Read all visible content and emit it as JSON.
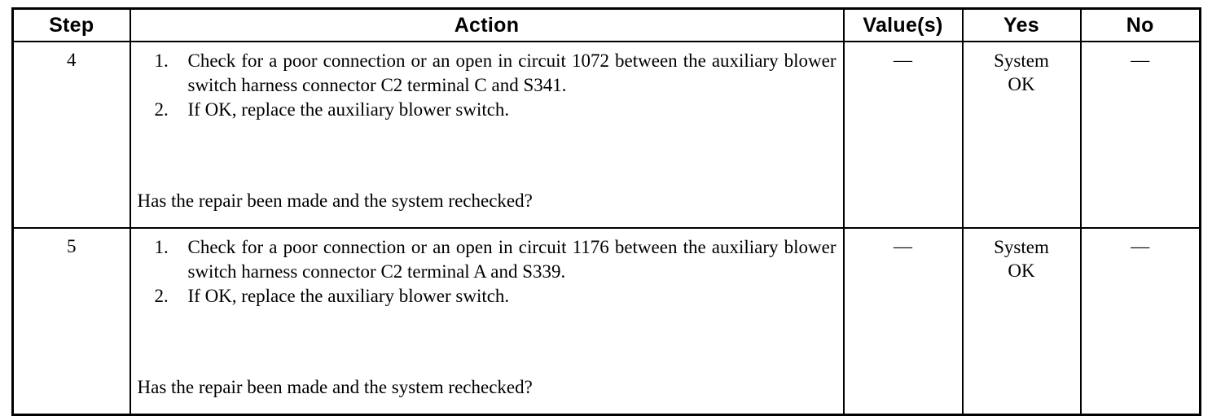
{
  "table": {
    "columns": [
      {
        "key": "step",
        "label": "Step"
      },
      {
        "key": "action",
        "label": "Action"
      },
      {
        "key": "value",
        "label": "Value(s)"
      },
      {
        "key": "yes",
        "label": "Yes"
      },
      {
        "key": "no",
        "label": "No"
      }
    ],
    "rows": [
      {
        "step": "4",
        "action": {
          "items": [
            {
              "number": "1.",
              "text": "Check for a poor connection or an open in circuit 1072 between the auxiliary blower switch harness connector C2 terminal C and S341."
            },
            {
              "number": "2.",
              "text": "If OK, replace the auxiliary blower switch."
            }
          ],
          "question": "Has the repair been made and the system rechecked?"
        },
        "value": "—",
        "yes_line1": "System",
        "yes_line2": "OK",
        "no": "—"
      },
      {
        "step": "5",
        "action": {
          "items": [
            {
              "number": "1.",
              "text": "Check for a poor connection or an open in circuit 1176 between the auxiliary blower switch harness connector C2 terminal A and S339."
            },
            {
              "number": "2.",
              "text": "If OK, replace the auxiliary blower switch."
            }
          ],
          "question": "Has the repair been made and the system rechecked?"
        },
        "value": "—",
        "yes_line1": "System",
        "yes_line2": "OK",
        "no": "—"
      }
    ]
  }
}
